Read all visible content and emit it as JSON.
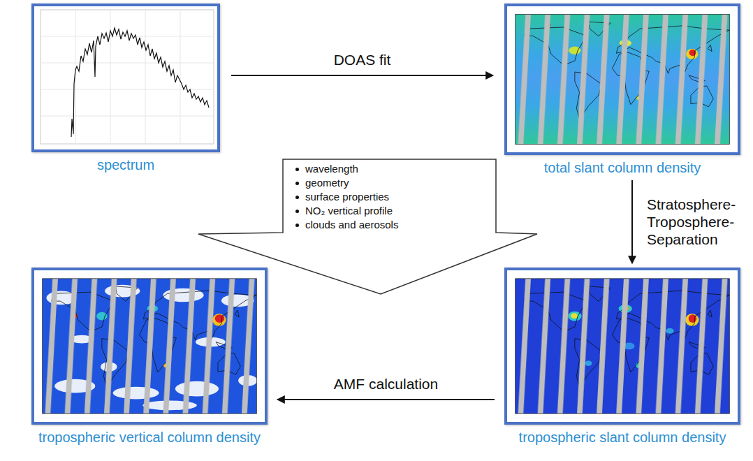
{
  "diagram": {
    "nodes": [
      {
        "text": [
          "spectrum"
        ]
      },
      {
        "text": [
          "total slant column density"
        ]
      },
      {
        "text": [
          "wavelength",
          "geometry",
          "surface properties",
          "NO₂ vertical profile",
          "clouds and aerosols"
        ]
      },
      {
        "text": [
          "tropospheric vertical column density"
        ]
      },
      {
        "text": [
          "tropospheric slant column density"
        ]
      }
    ],
    "edges": [
      {
        "from": 0,
        "to": 1,
        "arrow": "to",
        "label": "DOAS fit"
      },
      {
        "from": 1,
        "to": 4,
        "arrow": "to",
        "label": "Stratosphere- Troposphere- Separation"
      },
      {
        "from": 4,
        "to": 3,
        "arrow": "to",
        "label": "AMF calculation"
      }
    ]
  }
}
